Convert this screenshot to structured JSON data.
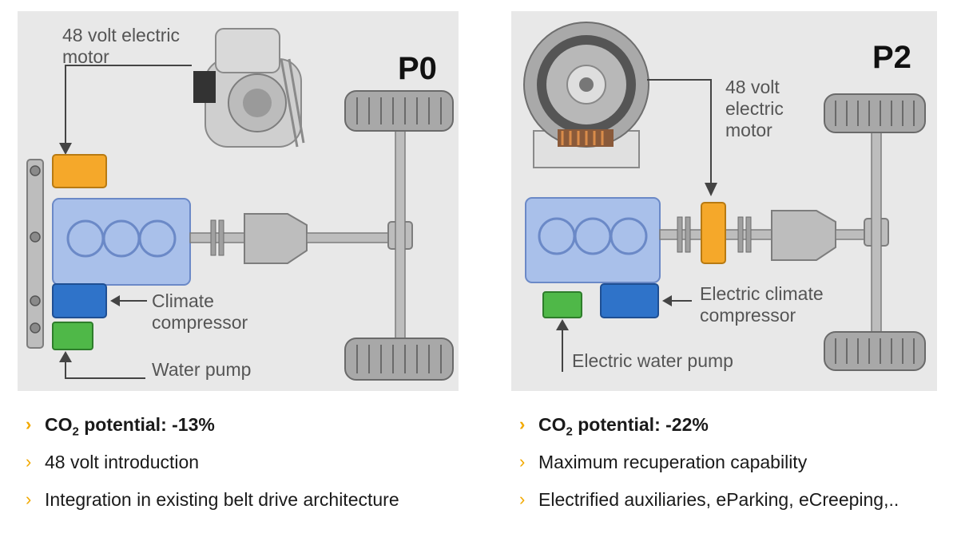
{
  "p0": {
    "title": "P0",
    "labels": {
      "motor": "48 volt electric\nmotor",
      "climate": "Climate\ncompressor",
      "pump": "Water pump"
    },
    "bullets": {
      "co2_prefix": "CO",
      "co2_sub": "2",
      "co2_suffix": " potential: -13%",
      "b2": "48 volt introduction",
      "b3": "Integration in existing belt drive architecture"
    }
  },
  "p2": {
    "title": "P2",
    "labels": {
      "motor": "48 volt\nelectric\nmotor",
      "climate": "Electric climate\ncompressor",
      "pump": "Electric water pump"
    },
    "bullets": {
      "co2_prefix": "CO",
      "co2_sub": "2",
      "co2_suffix": " potential: -22%",
      "b2": "Maximum recuperation capability",
      "b3": "Electrified auxiliaries, eParking, eCreeping,.."
    }
  },
  "bullet_glyph": "›",
  "colors": {
    "engine_fill": "#a9c0ea",
    "engine_stroke": "#6b89c7",
    "motor_orange": "#f5a82a",
    "compressor_blue": "#2f73c9",
    "pump_green": "#4fb848",
    "drivetrain_gray": "#bdbdbd",
    "tire_dark": "#9a9a9a",
    "panel_bg": "#e8e8e8",
    "bullet_accent": "#f2a900"
  }
}
